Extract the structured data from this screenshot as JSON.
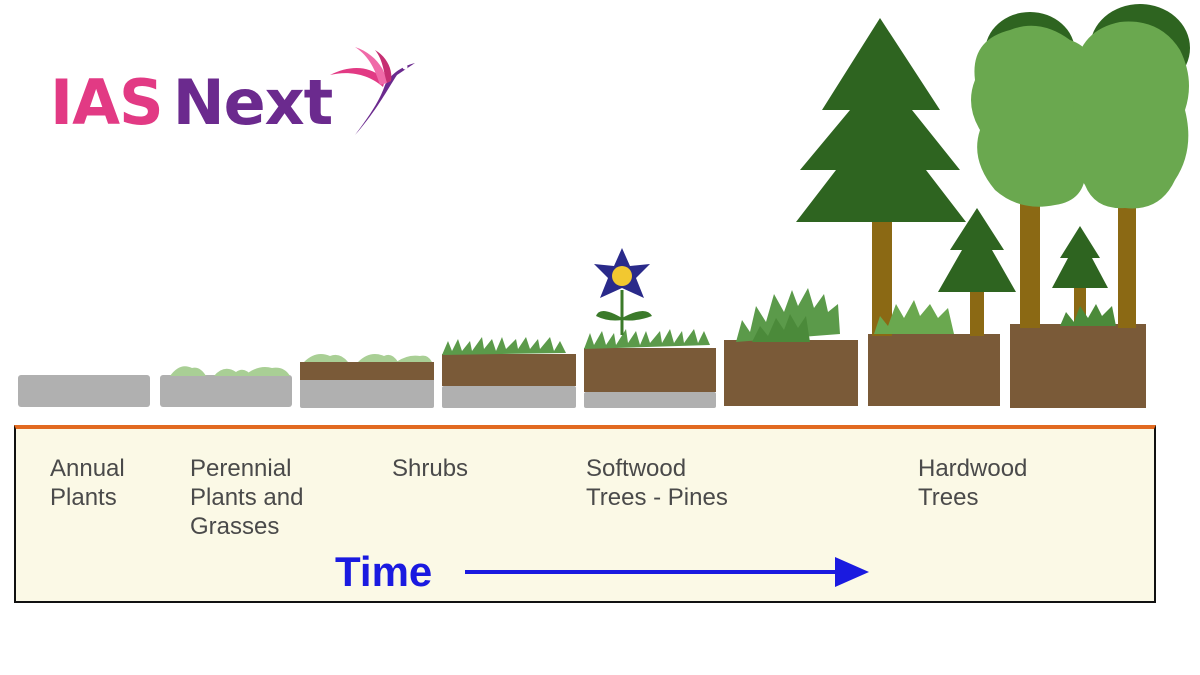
{
  "logo": {
    "part1": "IAS",
    "part2": "Next",
    "icon": "hummingbird-icon"
  },
  "stages": [
    {
      "id": "annual",
      "label": "Annual\nPlants"
    },
    {
      "id": "perennial",
      "label": "Perennial\nPlants and\nGrasses"
    },
    {
      "id": "shrubs",
      "label": "Shrubs"
    },
    {
      "id": "softwood",
      "label": "Softwood\nTrees - Pines"
    },
    {
      "id": "hardwood",
      "label": "Hardwood\nTrees"
    }
  ],
  "time_label": "Time",
  "colors": {
    "brand_pink": "#e23a84",
    "brand_purple": "#6b2a8e",
    "soil": "#7a5a38",
    "rock": "#b0b0b0",
    "grass": "#5b9a4a",
    "conifer": "#2e6420",
    "deciduous": "#6aa84f",
    "trunk": "#8b6914",
    "arrow": "#1a1ae0",
    "panel_bg": "#fbf9e6",
    "panel_border_top": "#e26a20"
  }
}
